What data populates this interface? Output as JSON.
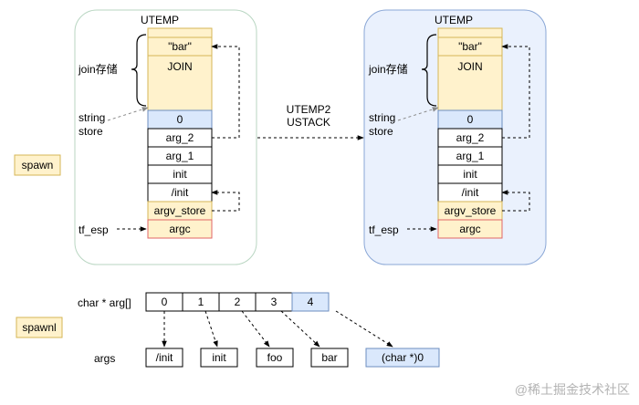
{
  "colors": {
    "white": "#ffffff",
    "light_yellow": "#fff2cc",
    "yellow_border": "#d6b656",
    "light_blue": "#dae8fc",
    "blue_border": "#6c8ebf",
    "frame_right_fill": "#eaf1fd",
    "frame_right_border": "#8aa7d6",
    "frame_left_border": "#b9d6c2",
    "red_border": "#e06666",
    "gray_arrow": "#8a8a8a",
    "black": "#000000",
    "watermark": "#b3b3b3"
  },
  "stack_cells": [
    "\"bar\"",
    "JOIN",
    "0",
    "arg_2",
    "arg_1",
    "init",
    "/init",
    "argv_store",
    "argc"
  ],
  "left_stack": {
    "title": "UTEMP",
    "join_label": "join存储",
    "store_label_line1": "string",
    "store_label_line2": "store",
    "esp_label": "tf_esp"
  },
  "right_stack": {
    "title": "UTEMP",
    "join_label": "join存储",
    "store_label_line1": "string",
    "store_label_line2": "store",
    "esp_label": "tf_esp"
  },
  "middle_label_line1": "UTEMP2",
  "middle_label_line2": "USTACK",
  "spawn_label": "spawn",
  "spawnl_label": "spawnl",
  "array_label": "char * arg[]",
  "array_indices": [
    "0",
    "1",
    "2",
    "3",
    "4"
  ],
  "args_label": "args",
  "arg_values": [
    "/init",
    "init",
    "foo",
    "bar",
    "(char *)0"
  ],
  "watermark": "@稀土掘金技术社区"
}
